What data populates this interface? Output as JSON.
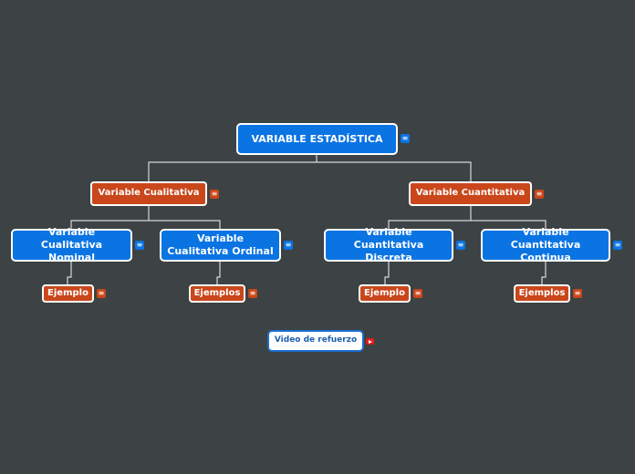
{
  "root": {
    "label": "VARIABLE ESTADÍSTICA"
  },
  "cualitativa": {
    "label": "Variable Cualitativa",
    "nominal": {
      "label": "Variable Cualitativa Nominal",
      "child": "Ejemplo"
    },
    "ordinal": {
      "label": "Variable Cualitativa Ordinal",
      "child": "Ejemplos"
    }
  },
  "cuantitativa": {
    "label": "Variable Cuantitativa",
    "discreta": {
      "label": "Variable Cuantitativa Discreta",
      "child": "Ejemplo"
    },
    "continua": {
      "label": "Variable Cuantitativa Continua",
      "child": "Ejemplos"
    }
  },
  "video": {
    "label": "Video de refuerzo"
  },
  "icons": {
    "note": "notes-icon",
    "video": "youtube-icon"
  },
  "colors": {
    "background": "#3d4244",
    "blue": "#0a74e3",
    "orange": "#c9471b",
    "line": "#d8d8d8"
  }
}
